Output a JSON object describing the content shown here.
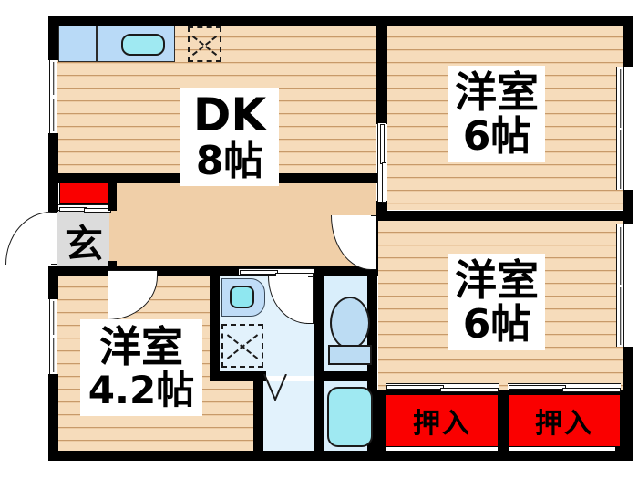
{
  "plan": {
    "type": "japanese-floor-plan",
    "layout_code": "3DK",
    "background_color": "#ffffff",
    "wall_color": "#000000",
    "floor_wood_color": "#f3d6b3",
    "closet_color": "#fa0000",
    "water_color": "#d9eefb",
    "fixture_color": "#9fe9f2",
    "counter_color": "#b9daf7"
  },
  "rooms": [
    {
      "id": "dk",
      "name_line1": "DK",
      "name_line2": "8帖",
      "size_jo": 8,
      "kind": "dining-kitchen"
    },
    {
      "id": "washitsu-top-right",
      "name_line1": "洋室",
      "name_line2": "6帖",
      "size_jo": 6,
      "kind": "western-room"
    },
    {
      "id": "washitsu-bottom-right",
      "name_line1": "洋室",
      "name_line2": "6帖",
      "size_jo": 6,
      "kind": "western-room"
    },
    {
      "id": "washitsu-bottom-left",
      "name_line1": "洋室",
      "name_line2": "4.2帖",
      "size_jo": 4.2,
      "kind": "western-room"
    }
  ],
  "entrance": {
    "label": "玄",
    "name": "genkan"
  },
  "closets": [
    {
      "id": "oshiire-left",
      "label": "押入"
    },
    {
      "id": "oshiire-right",
      "label": "押入"
    }
  ],
  "fixtures": [
    {
      "id": "kitchen-sink",
      "name": "sink"
    },
    {
      "id": "kitchen-counter",
      "name": "kitchen-counter"
    },
    {
      "id": "washbasin",
      "name": "washbasin"
    },
    {
      "id": "toilet",
      "name": "toilet"
    },
    {
      "id": "bathtub",
      "name": "bathtub"
    },
    {
      "id": "shoe-cabinet",
      "name": "shoe-cabinet"
    },
    {
      "id": "storage-dk",
      "name": "storage-closet"
    },
    {
      "id": "storage-washroom",
      "name": "storage-closet"
    }
  ]
}
